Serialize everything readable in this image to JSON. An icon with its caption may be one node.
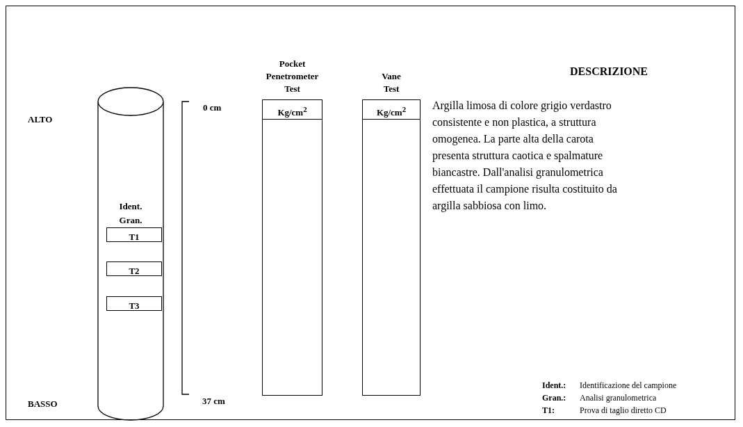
{
  "diagram": {
    "nodes": [
      {
        "text": [
          "Ident. Gran."
        ]
      },
      {
        "text": [
          "T1"
        ],
        "in": 0
      },
      {
        "text": [
          "T2"
        ],
        "in": 0
      },
      {
        "text": [
          "T3"
        ],
        "in": 0
      },
      {
        "text": [
          "Pocket Penetrometer Test"
        ]
      },
      {
        "text": [
          "Kg/cm$^{2}$"
        ],
        "in": 4
      },
      {
        "text": [
          "Vane Test"
        ]
      },
      {
        "text": [
          "Kg/cm$^{2}$"
        ],
        "in": 6
      }
    ],
    "edges": [],
    "labels": [
      "DESCRIZIONE",
      "ALTO",
      "0 cm",
      "Argilla limosa di colore grigio verdastro consistente e non plastica, a struttura omogenea. La parte alta della carota presenta struttura caotica e spalmature biancastre. Dall'analisi granulometrica effettuata il campione risulta costituito da argilla sabbiosa con limo.",
      "BASSO",
      "37 cm",
      "Ident.:",
      "Identificazione del campione",
      "Gran.:",
      "Analisi granulometrica",
      "T1:",
      "Prova di taglio diretto CD"
    ]
  }
}
